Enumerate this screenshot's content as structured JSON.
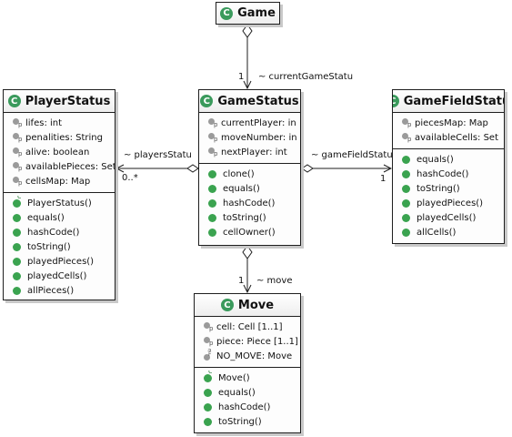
{
  "classes": {
    "game": {
      "name": "Game",
      "attributes": [],
      "methods": []
    },
    "gamestatus": {
      "name": "GameStatus",
      "attributes": [
        "currentPlayer: in",
        "moveNumber: in",
        "nextPlayer: int"
      ],
      "methods": [
        "clone()",
        "equals()",
        "hashCode()",
        "toString()",
        "cellOwner()"
      ]
    },
    "playerstatus": {
      "name": "PlayerStatus",
      "attributes": [
        "lifes: int",
        "penalities: String",
        "alive: boolean",
        "availablePieces: Set",
        "cellsMap: Map"
      ],
      "constructor": "PlayerStatus()",
      "methods": [
        "equals()",
        "hashCode()",
        "toString()",
        "playedPieces()",
        "playedCells()",
        "allPieces()"
      ]
    },
    "gamefieldstatus": {
      "name": "GameFieldStatu",
      "attributes": [
        "piecesMap: Map",
        "availableCells: Set"
      ],
      "methods": [
        "equals()",
        "hashCode()",
        "toString()",
        "playedPieces()",
        "playedCells()",
        "allCells()"
      ]
    },
    "move": {
      "name": "Move",
      "attributes": [
        "cell: Cell [1..1]",
        "piece: Piece [1..1]"
      ],
      "constant": "NO_MOVE: Move",
      "constructor": "Move()",
      "methods": [
        "equals()",
        "hashCode()",
        "toString()"
      ]
    }
  },
  "relations": {
    "game_gamestatus": {
      "role": "~ currentGameStatu",
      "multiplicity": "1"
    },
    "gamestatus_playerstatus": {
      "role": "~ playersStatu",
      "multiplicity": "0..*"
    },
    "gamestatus_gamefieldstatus": {
      "role": "~ gameFieldStatu",
      "multiplicity": "1"
    },
    "gamestatus_move": {
      "role": "~ move",
      "multiplicity": "1"
    }
  },
  "colors": {
    "class_badge": "#3a9a5c",
    "method_icon": "#3aa34f",
    "field_icon": "#9a9a9a",
    "border": "#1e1e1e"
  }
}
